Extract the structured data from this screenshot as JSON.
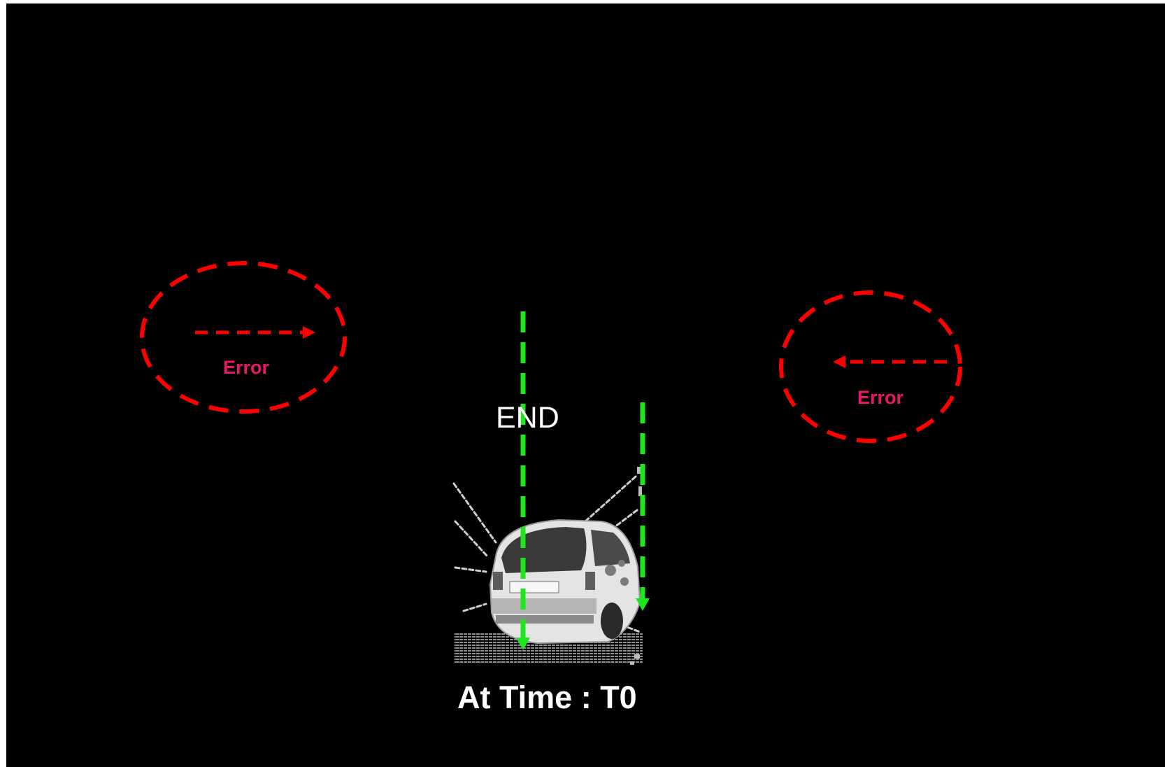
{
  "labels": {
    "error_left": "Error",
    "error_right": "Error",
    "end": "END",
    "time": "At Time : T0"
  },
  "colors": {
    "background": "#000000",
    "error_ellipse": "#ff0000",
    "error_text": "#e8176a",
    "trajectory": "#1ee61e",
    "text_main": "#ffffff"
  },
  "icons": {
    "vehicle": "car-point-cloud-image",
    "left_arrow": "arrow-right-icon",
    "right_arrow": "arrow-left-icon",
    "trajectory_arrows": "arrow-down-icon"
  }
}
